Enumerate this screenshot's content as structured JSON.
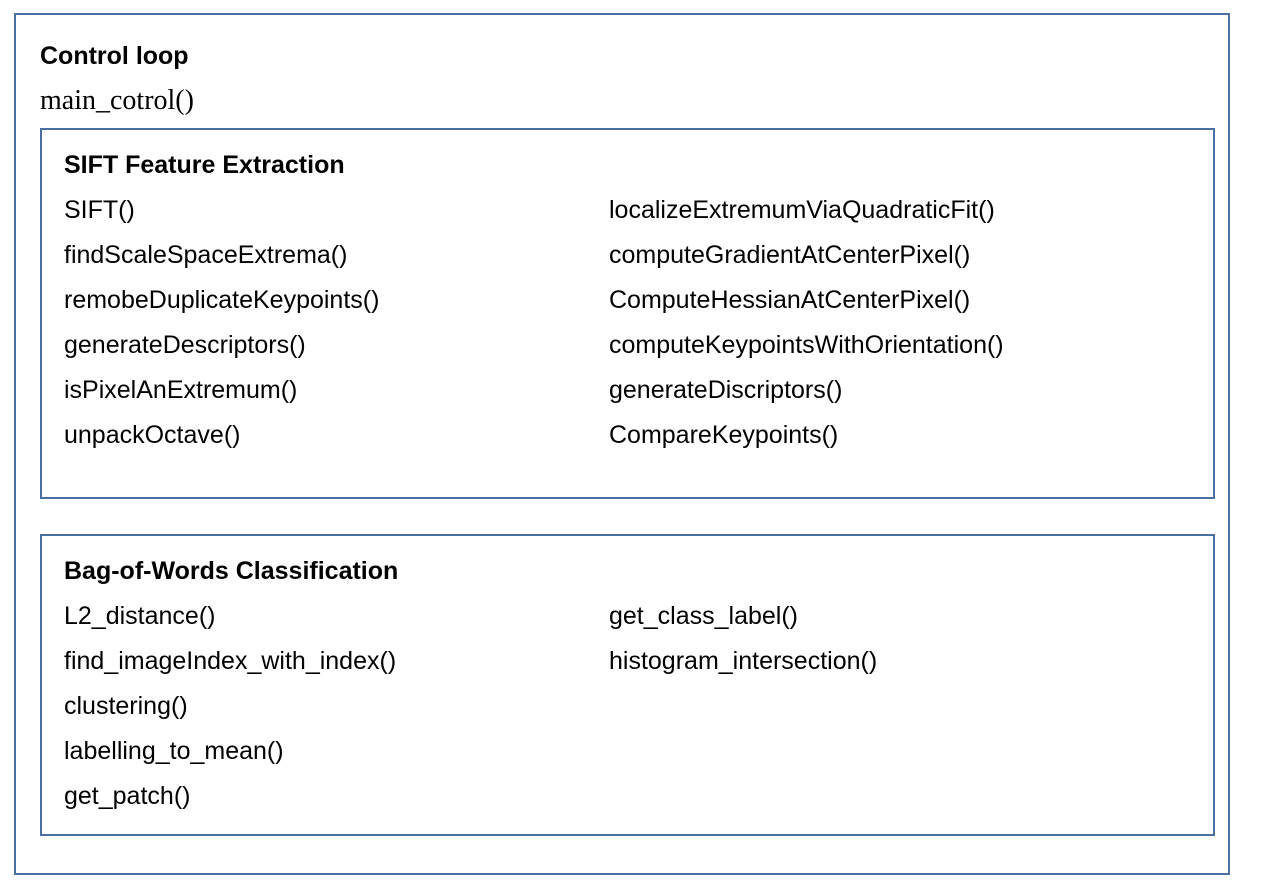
{
  "control_loop": {
    "title": "Control loop",
    "function": "main_cotrol()"
  },
  "modules": [
    {
      "title": "SIFT Feature Extraction",
      "left_functions": [
        "SIFT()",
        "findScaleSpaceExtrema()",
        "remobeDuplicateKeypoints()",
        "generateDescriptors()",
        "isPixelAnExtremum()",
        "unpackOctave()"
      ],
      "right_functions": [
        "localizeExtremumViaQuadraticFit()",
        "computeGradientAtCenterPixel()",
        "ComputeHessianAtCenterPixel()",
        "computeKeypointsWithOrientation()",
        "generateDiscriptors()",
        "CompareKeypoints()"
      ]
    },
    {
      "title": "Bag-of-Words Classification",
      "left_functions": [
        "L2_distance()",
        "find_imageIndex_with_index()",
        "clustering()",
        "labelling_to_mean()",
        "get_patch()"
      ],
      "right_functions": [
        "get_class_label()",
        "histogram_intersection()"
      ]
    }
  ],
  "colors": {
    "border": "#4a6fa0",
    "text": "#000000",
    "background": "#ffffff"
  }
}
